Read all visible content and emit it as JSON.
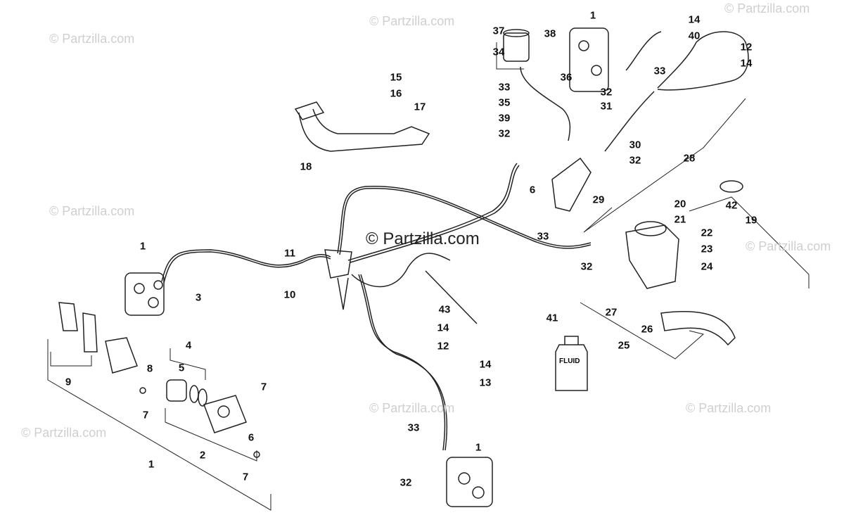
{
  "watermark": "© Partzilla.com",
  "center_watermark": "© Partzilla.com",
  "callouts": [
    "1",
    "3",
    "9",
    "8",
    "4",
    "5",
    "7",
    "7",
    "6",
    "2",
    "1",
    "7",
    "11",
    "10",
    "18",
    "15",
    "16",
    "17",
    "43",
    "14",
    "12",
    "14",
    "13",
    "33",
    "1",
    "32",
    "37",
    "38",
    "34",
    "36",
    "33",
    "35",
    "39",
    "32",
    "1",
    "14",
    "40",
    "12",
    "14",
    "33",
    "32",
    "31",
    "30",
    "32",
    "28",
    "6",
    "29",
    "42",
    "20",
    "19",
    "21",
    "22",
    "23",
    "33",
    "32",
    "24",
    "27",
    "41",
    "26",
    "25"
  ],
  "bottle_label": "FLUID"
}
